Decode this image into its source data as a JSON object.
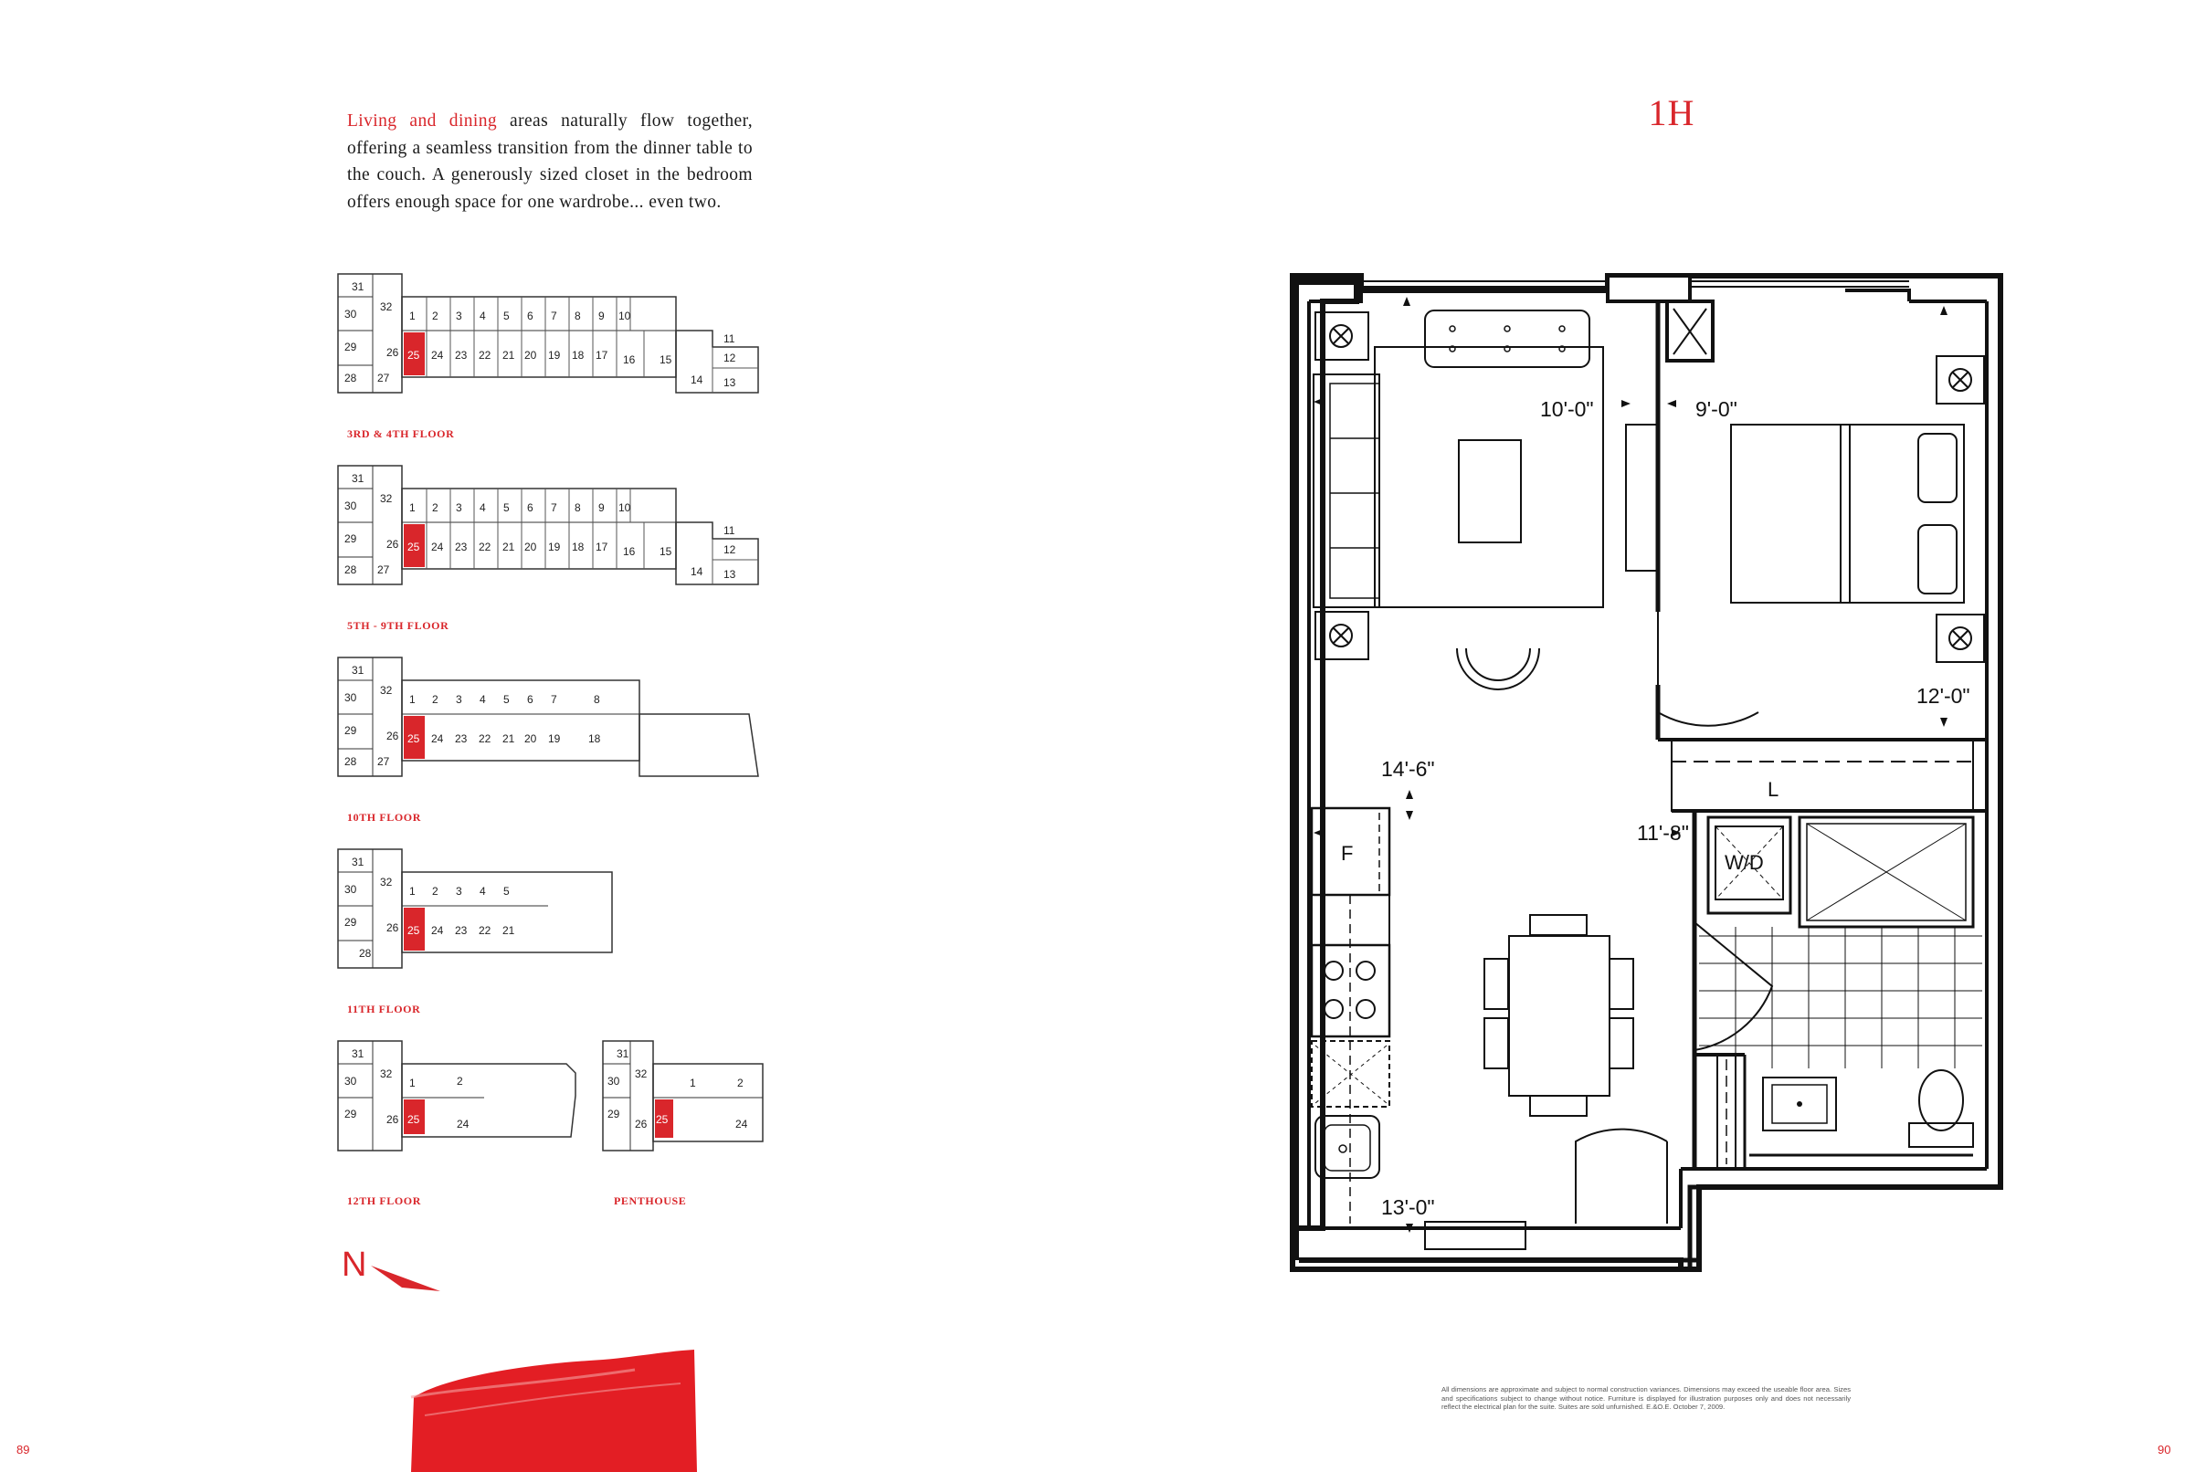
{
  "intro": {
    "lead": "Living and dining",
    "body": " areas naturally flow together, offering a seamless transition from the dinner table to the couch. A generously sized closet in the bedroom offers enough space for one wardrobe... even two."
  },
  "suite_title": "1H",
  "key_plans": [
    {
      "label": "3RD & 4TH FLOOR"
    },
    {
      "label": "5TH - 9TH FLOOR"
    },
    {
      "label": "10TH FLOOR"
    },
    {
      "label": "11TH FLOOR"
    },
    {
      "label": "12TH FLOOR"
    },
    {
      "label": "PENTHOUSE"
    }
  ],
  "compass": {
    "label": "N",
    "icon": "north-arrow-icon"
  },
  "floor_plan": {
    "dimensions": {
      "living_width": "10'-0\"",
      "bedroom_width": "9'-0\"",
      "bedroom_length": "12'-0\"",
      "living_length": "14'-6\"",
      "bath_width": "11'-8\"",
      "dining_width": "13'-0\""
    },
    "labels": {
      "fridge": "F",
      "laundry": "W/D",
      "linen": "L"
    }
  },
  "disclaimer": "All dimensions are approximate and subject to normal construction variances. Dimensions may exceed the useable floor area. Sizes and specifications subject to change without notice. Furniture is displayed for illustration purposes only and does not necessarily reflect the electrical plan for the suite. Suites are sold unfurnished. E.&O.E. October 7, 2009.",
  "page_numbers": {
    "left": "89",
    "right": "90"
  },
  "colors": {
    "accent": "#d9262b",
    "line": "#111111"
  }
}
